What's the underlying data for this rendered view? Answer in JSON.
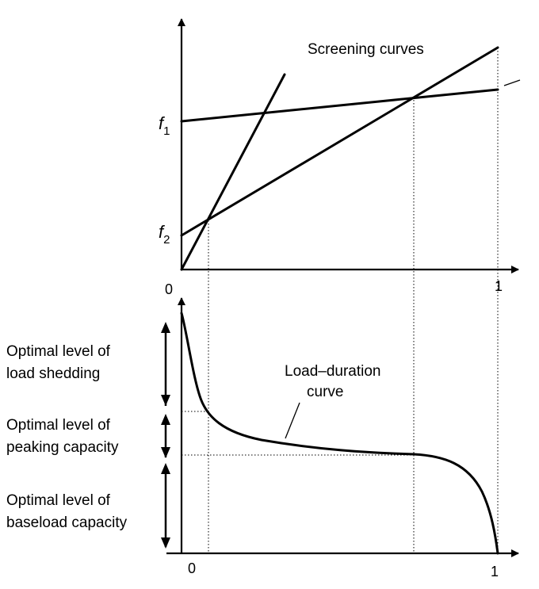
{
  "top_chart": {
    "title": "Screening curves",
    "y_labels": [
      {
        "symbol": "f",
        "subscript": "1"
      },
      {
        "symbol": "f",
        "subscript": "2"
      }
    ],
    "x_tick_start": "0",
    "x_tick_end": "1"
  },
  "bottom_chart": {
    "curve_label_line1": "Load–duration",
    "curve_label_line2": "curve",
    "x_tick_start": "0",
    "x_tick_end": "1"
  },
  "annotations": [
    {
      "line1": "Optimal level of",
      "line2": "load shedding"
    },
    {
      "line1": "Optimal level of",
      "line2": "peaking capacity"
    },
    {
      "line1": "Optimal level of",
      "line2": "baseload capacity"
    }
  ]
}
